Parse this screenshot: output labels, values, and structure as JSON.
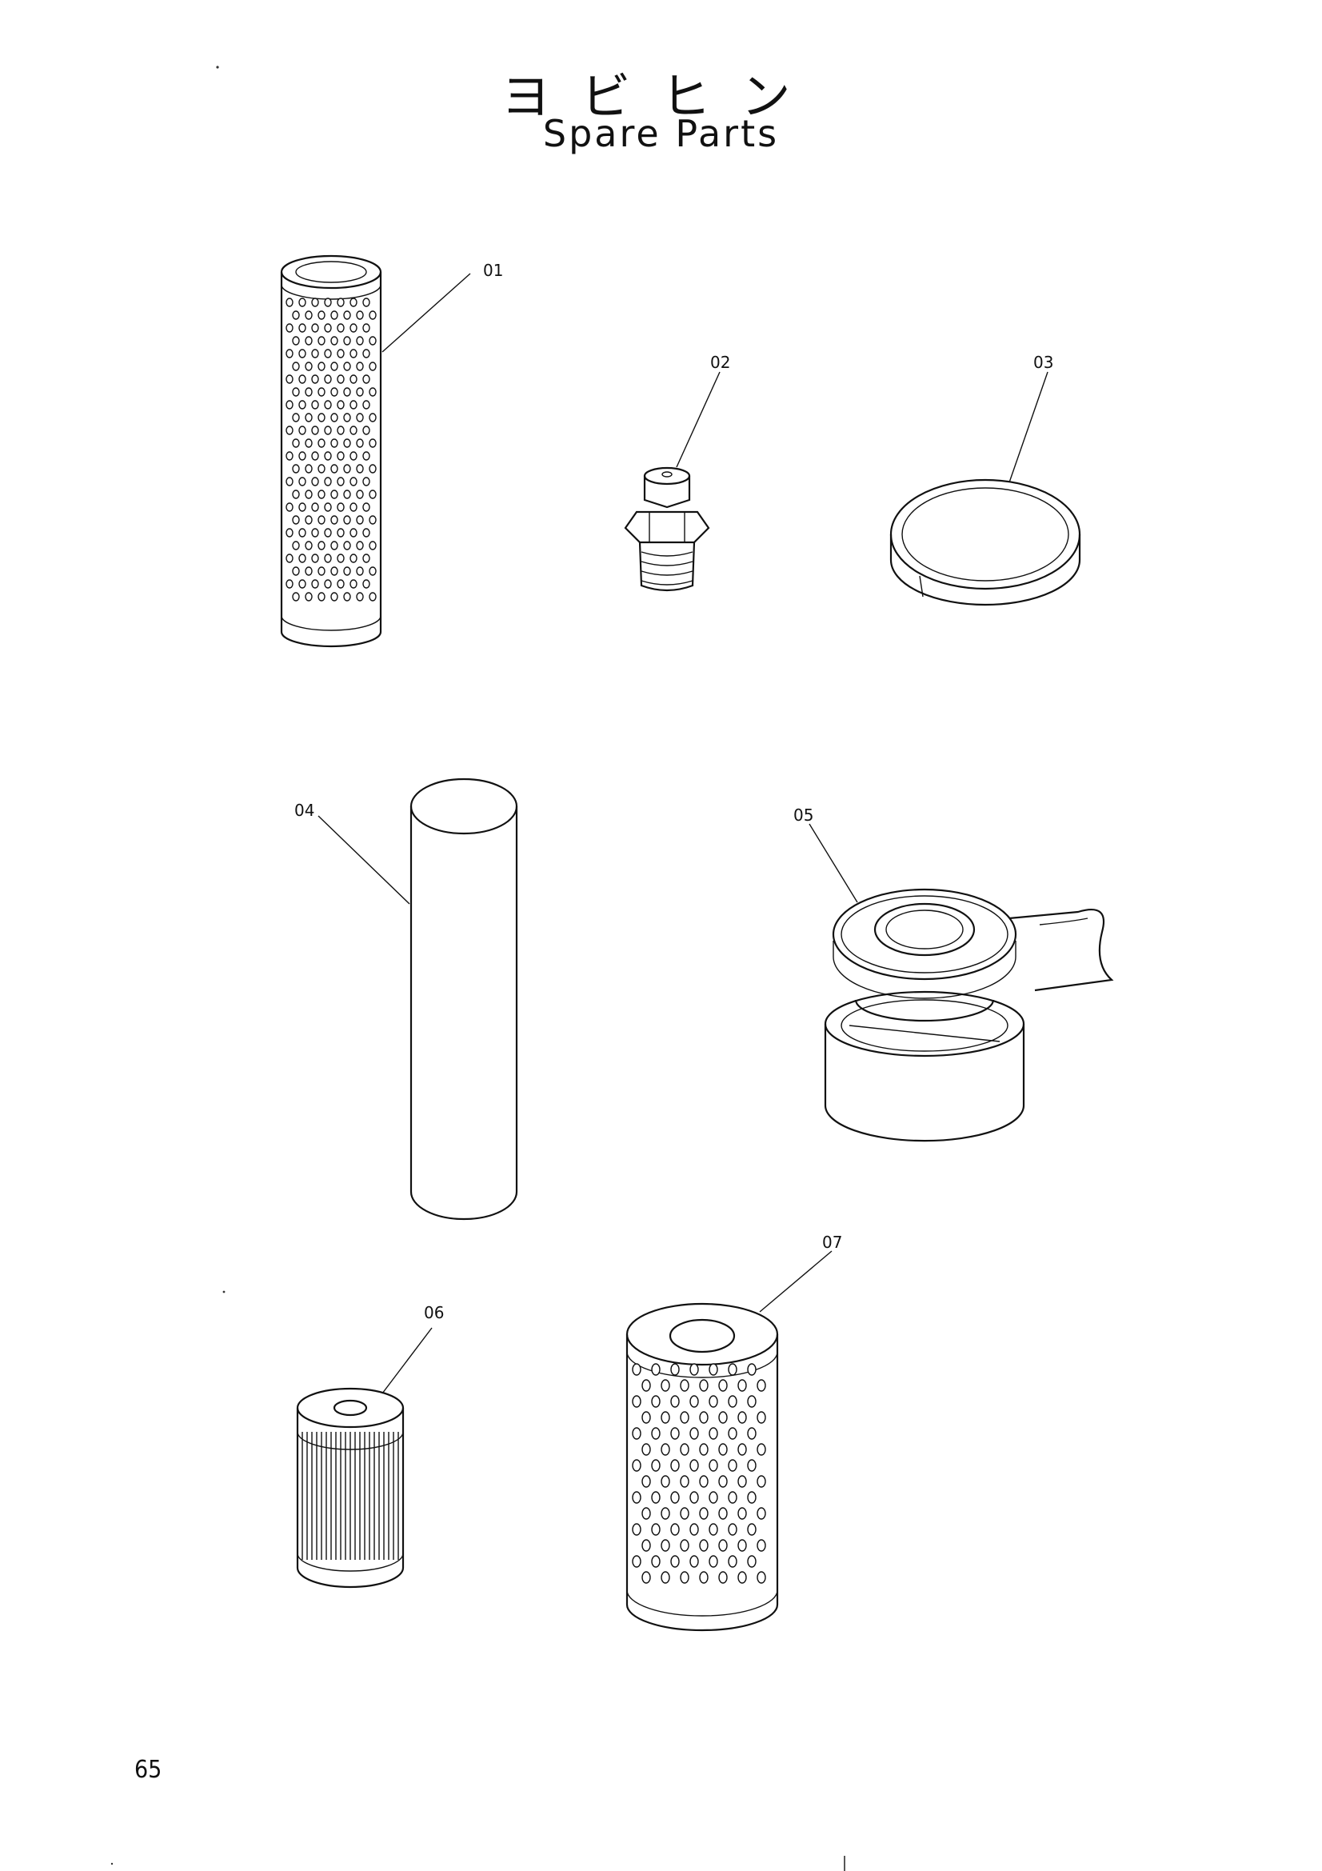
{
  "header": {
    "title_jp": "ヨビヒン",
    "title_en": "Spare Parts"
  },
  "parts": [
    {
      "ref": "01",
      "item": "perforated-filter-element"
    },
    {
      "ref": "02",
      "item": "grease-nipple"
    },
    {
      "ref": "03",
      "item": "split-ring"
    },
    {
      "ref": "04",
      "item": "tube"
    },
    {
      "ref": "05",
      "item": "seal-tape-roll"
    },
    {
      "ref": "06",
      "item": "pleated-filter-element"
    },
    {
      "ref": "07",
      "item": "perforated-filter-element"
    }
  ],
  "footer": {
    "page_number": "65"
  }
}
